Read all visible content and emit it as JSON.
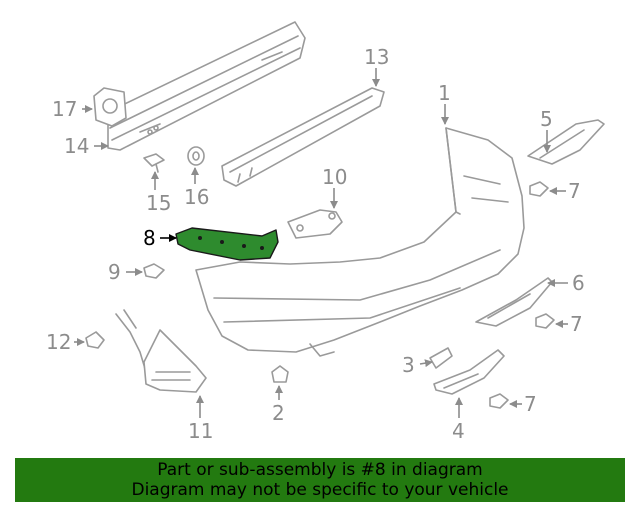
{
  "diagram": {
    "callouts": [
      {
        "id": "1",
        "label": "1"
      },
      {
        "id": "2",
        "label": "2"
      },
      {
        "id": "3",
        "label": "3"
      },
      {
        "id": "4",
        "label": "4"
      },
      {
        "id": "5",
        "label": "5"
      },
      {
        "id": "6",
        "label": "6"
      },
      {
        "id": "7a",
        "label": "7"
      },
      {
        "id": "7b",
        "label": "7"
      },
      {
        "id": "7c",
        "label": "7"
      },
      {
        "id": "8",
        "label": "8"
      },
      {
        "id": "9",
        "label": "9"
      },
      {
        "id": "10",
        "label": "10"
      },
      {
        "id": "11",
        "label": "11"
      },
      {
        "id": "12",
        "label": "12"
      },
      {
        "id": "13",
        "label": "13"
      },
      {
        "id": "14",
        "label": "14"
      },
      {
        "id": "15",
        "label": "15"
      },
      {
        "id": "16",
        "label": "16"
      },
      {
        "id": "17",
        "label": "17"
      }
    ],
    "highlighted_part": "8",
    "highlight_color": "#2e8b2e",
    "banner_color": "#237a10"
  },
  "banner": {
    "line1": "Part or sub-assembly is #8 in diagram",
    "line2": "Diagram may not be specific to your vehicle"
  }
}
